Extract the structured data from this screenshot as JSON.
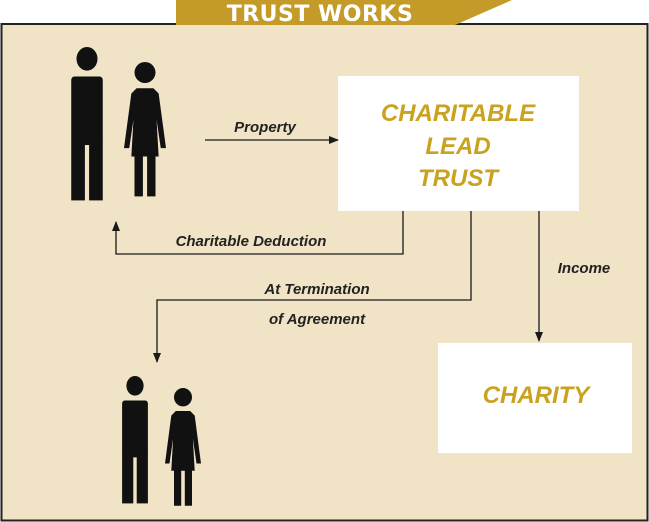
{
  "header": {
    "title": "TRUST WORKS"
  },
  "colors": {
    "panel": "#f0e3c6",
    "header": "#c49a28",
    "box_text": "#c9a21f",
    "figure": "#111111"
  },
  "nodes": {
    "trust_lines": [
      "CHARITABLE",
      "LEAD",
      "TRUST"
    ],
    "charity": "CHARITY"
  },
  "arrows": {
    "property": "Property",
    "deduction": "Charitable Deduction",
    "income": "Income",
    "termination_lines": [
      "At Termination",
      "of Agreement"
    ]
  },
  "icons": {
    "donors": "man-and-woman-icon",
    "heirs": "man-and-woman-icon"
  }
}
